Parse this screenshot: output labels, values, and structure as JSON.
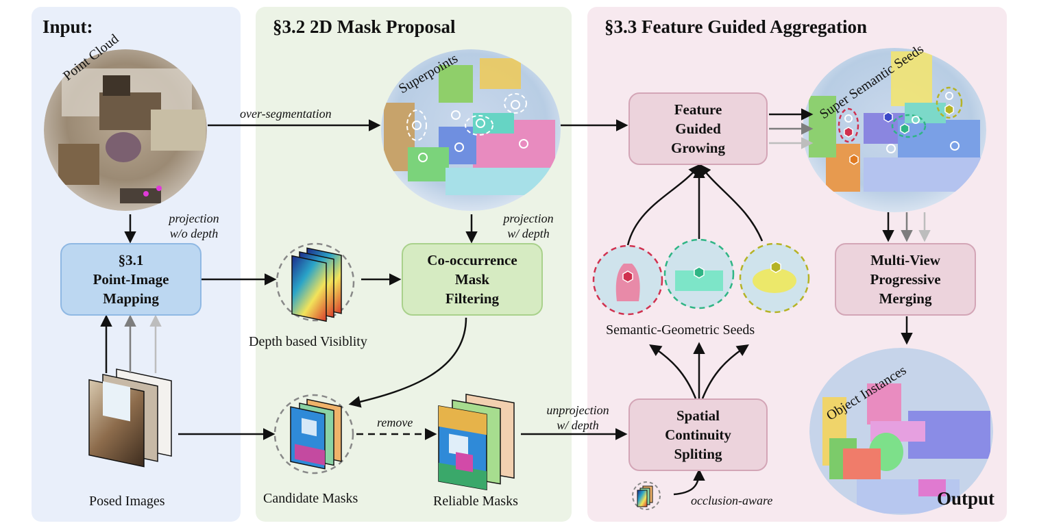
{
  "panels": {
    "input_title": "Input:",
    "proposal_title": "§3.2 2D Mask Proposal",
    "aggregation_title": "§3.3 Feature Guided Aggregation"
  },
  "boxes": {
    "mapping": [
      "§3.1",
      "Point-Image",
      "Mapping"
    ],
    "cooccurrence": [
      "Co-occurrence",
      "Mask",
      "Filtering"
    ],
    "growing": [
      "Feature",
      "Guided",
      "Growing"
    ],
    "merging": [
      "Multi-View",
      "Progressive",
      "Merging"
    ],
    "splitting": [
      "Spatial",
      "Continuity",
      "Spliting"
    ]
  },
  "labels": {
    "point_cloud": "Point Cloud",
    "superpoints": "Superpoints",
    "super_semantic_seeds": "Super Semantic Seeds",
    "object_instances": "Object Instances",
    "output": "Output",
    "posed_images": "Posed Images",
    "depth_visibility": "Depth based Visiblity",
    "candidate_masks": "Candidate Masks",
    "reliable_masks": "Reliable Masks",
    "semantic_geometric_seeds": "Semantic-Geometric Seeds"
  },
  "edges": {
    "over_segmentation": "over-segmentation",
    "projection_wo_depth": [
      "projection",
      "w/o depth"
    ],
    "projection_w_depth": [
      "projection",
      "w/ depth"
    ],
    "remove": "remove",
    "unprojection": [
      "unprojection",
      "w/ depth"
    ],
    "occlusion_aware": "occlusion-aware"
  },
  "colors": {
    "input_panel": "#e9effa",
    "proposal_panel": "#ecf3e6",
    "aggregation_panel": "#f7e9ef",
    "mapping_box": "#bcd7f1",
    "mapping_border": "#8fb8e3",
    "filter_box": "#d6ebc2",
    "filter_border": "#a9d18b",
    "agg_box": "#ecd3dc",
    "agg_border": "#d3a5b6",
    "seed_red": "#d0314f",
    "seed_green": "#2fb585",
    "seed_olive": "#b5b325"
  }
}
